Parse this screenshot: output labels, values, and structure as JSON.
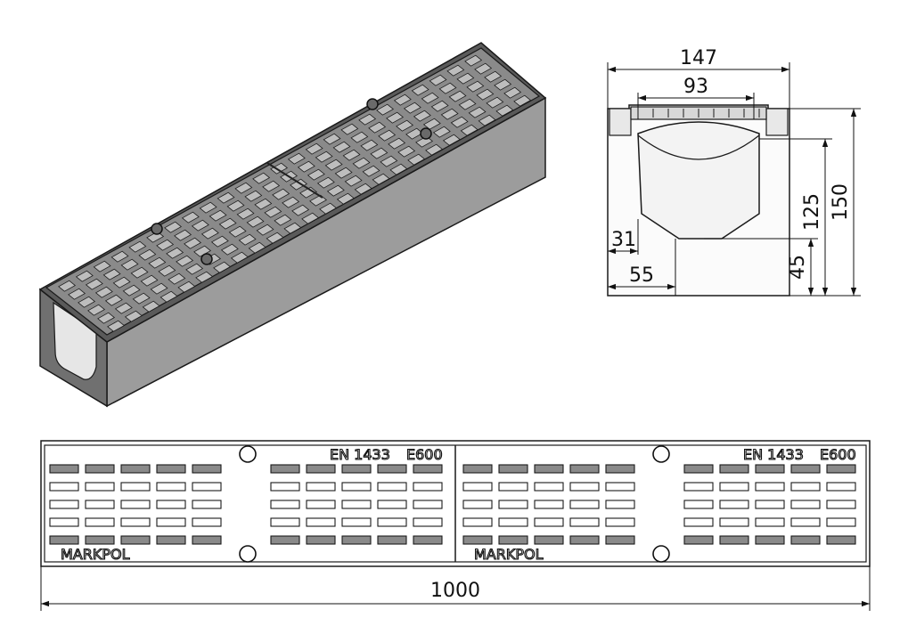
{
  "section_view": {
    "dimensions": {
      "overall_width": "147",
      "grate_width": "93",
      "left_offset": "31",
      "bottom_offset": "55",
      "total_height": "150",
      "channel_height": "125",
      "base_height": "45"
    }
  },
  "plan_view": {
    "length": "1000",
    "grate_stamps": [
      {
        "standard": "EN 1433",
        "class": "E600",
        "brand": "MARKPOL"
      },
      {
        "standard": "EN 1433",
        "class": "E600",
        "brand": "MARKPOL"
      }
    ]
  },
  "colors": {
    "grate": "#8c8c8c",
    "channel_side": "#9a9a9a",
    "channel_front": "#6e6e6e",
    "outline": "#1a1a1a"
  }
}
